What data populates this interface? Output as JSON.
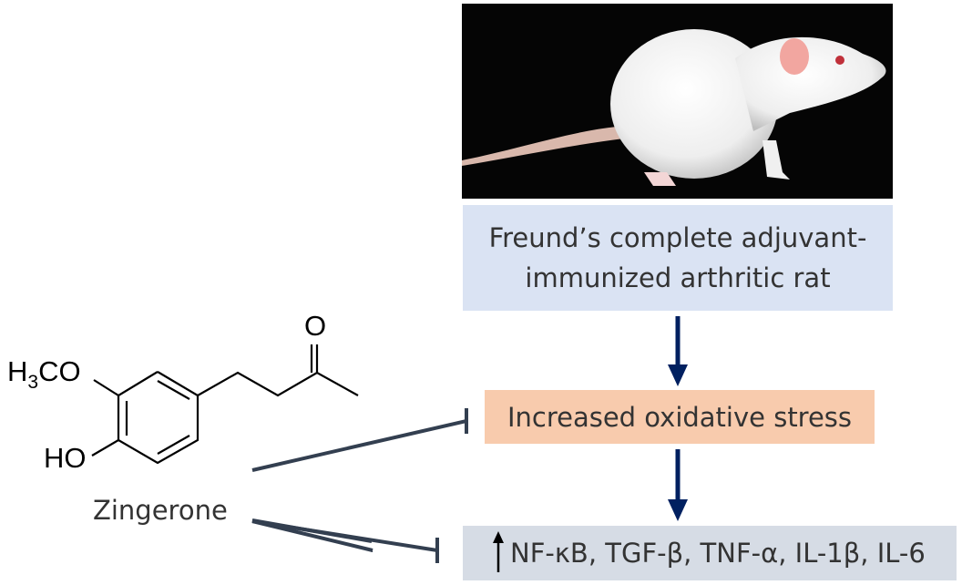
{
  "diagram": {
    "photo": {
      "subject": "white laboratory rat on black background"
    },
    "compound": {
      "name": "Zingerone",
      "substituents": {
        "methoxy_prefix": "H",
        "methoxy_sub": "3",
        "methoxy_suffix": "CO",
        "hydroxyl": "HO",
        "carbonyl_oxygen": "O"
      }
    },
    "nodes": {
      "model": {
        "line1": "Freund’s complete adjuvant-",
        "line2": "immunized arthritic rat"
      },
      "stress": {
        "label": "Increased oxidative stress"
      },
      "cytokines": {
        "up_indicator": "increase",
        "label": "NF-κB, TGF-β, TNF-α, IL-1β, IL-6"
      }
    },
    "edges": [
      {
        "from": "model",
        "to": "stress",
        "type": "activation"
      },
      {
        "from": "stress",
        "to": "cytokines",
        "type": "activation"
      },
      {
        "from": "Zingerone",
        "to": "stress",
        "type": "inhibition"
      },
      {
        "from": "Zingerone",
        "to": "cytokines",
        "type": "inhibition"
      }
    ],
    "colors": {
      "model_box": "#dae3f3",
      "stress_box": "#f8cbad",
      "cytokine_box": "#d6dce5",
      "arrow": "#002060",
      "inhibitor_line": "#333f50"
    }
  }
}
